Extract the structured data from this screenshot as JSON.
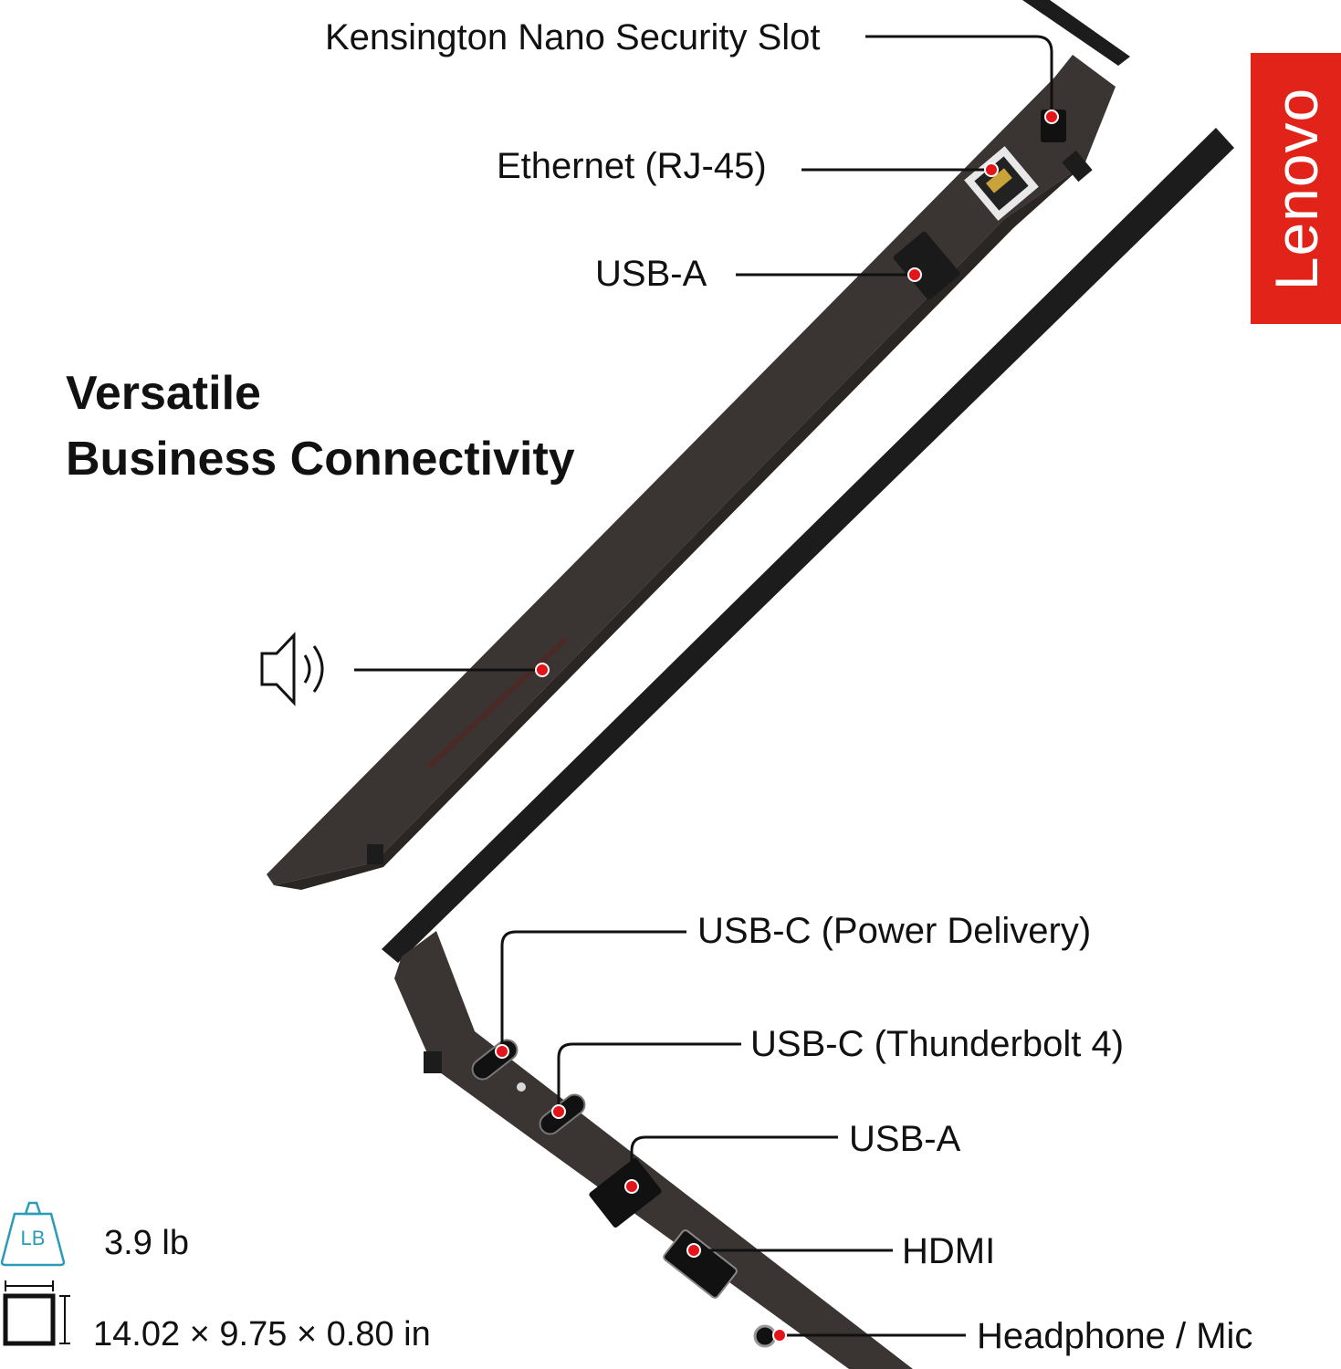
{
  "headline": {
    "line1": "Versatile",
    "line2": "Business Connectivity"
  },
  "brand": {
    "name": "Lenovo",
    "color": "#e2231a"
  },
  "callouts_top": [
    {
      "label": "Kensington Nano Security Slot"
    },
    {
      "label": "Ethernet (RJ-45)"
    },
    {
      "label": "USB-A"
    }
  ],
  "speaker": {
    "icon": "speaker-icon"
  },
  "callouts_bottom": [
    {
      "label": "USB-C (Power Delivery)"
    },
    {
      "label": "USB-C (Thunderbolt 4)"
    },
    {
      "label": "USB-A"
    },
    {
      "label": "HDMI"
    },
    {
      "label": "Headphone / Mic"
    }
  ],
  "specs": {
    "weight_icon_text": "LB",
    "weight": "3.9 lb",
    "dimensions": "14.02 × 9.75 × 0.80 in"
  },
  "colors": {
    "chassis": "#3a3532",
    "chassis_dark": "#2a2624",
    "bezel": "#1c1c1c",
    "marker": "#e3141a",
    "accent_teal": "#2a9bb8"
  }
}
